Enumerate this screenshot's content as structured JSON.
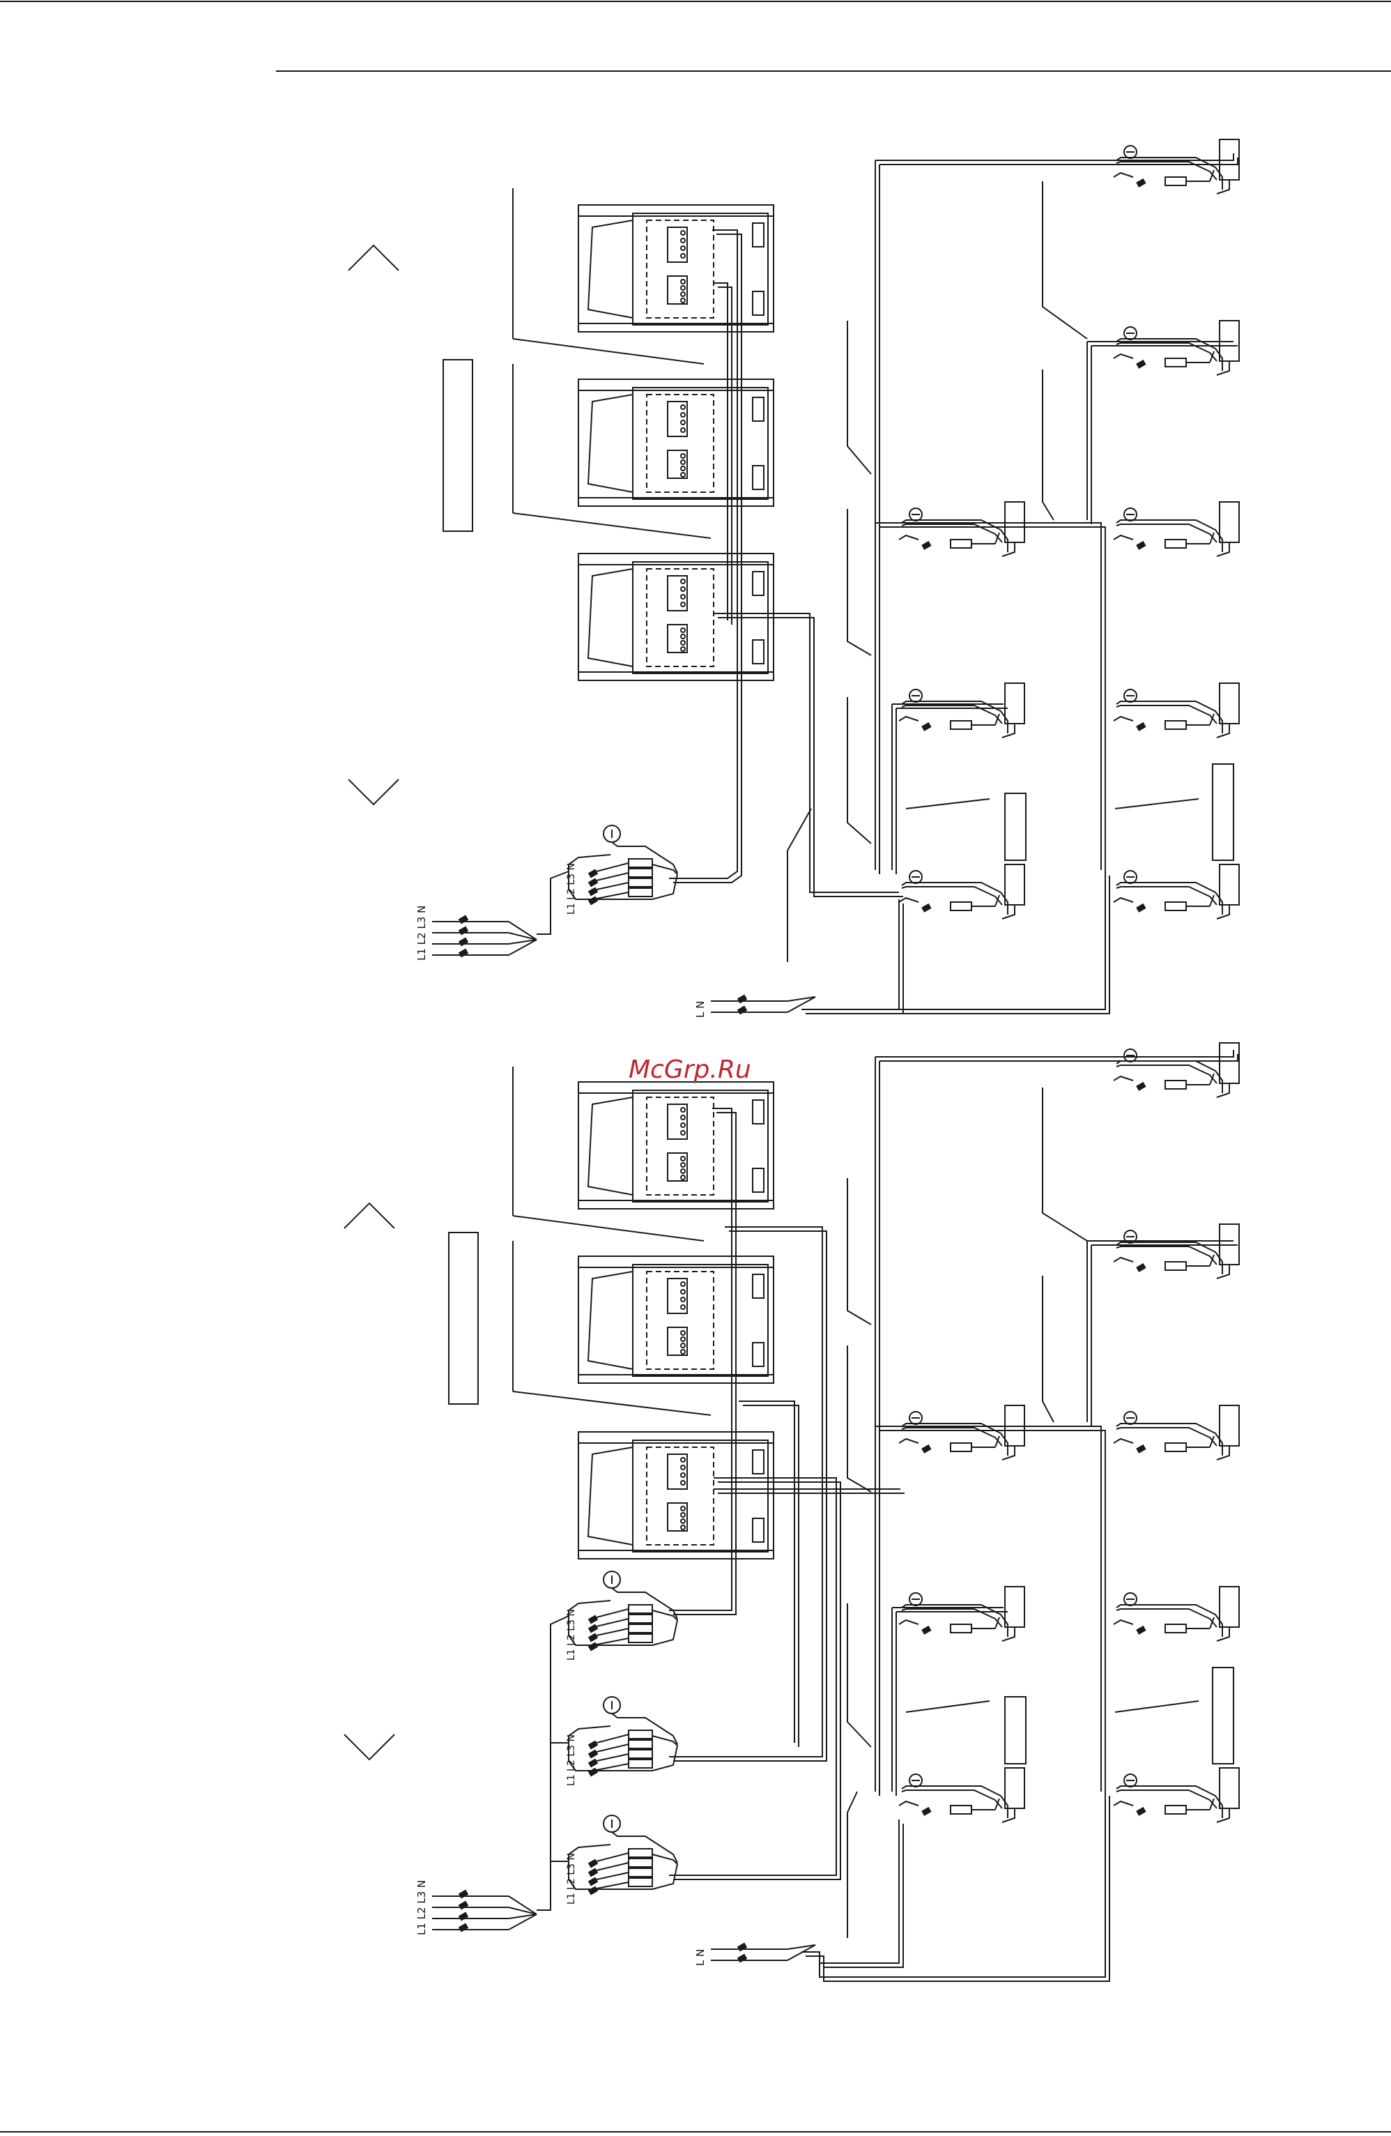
{
  "watermark": {
    "text": "McGrp.Ru",
    "color": "#c0262c"
  },
  "colors": {
    "line": "#1a1a1a",
    "paper": "#ffffff"
  },
  "power_supply_3phase": {
    "terminals": [
      "L1",
      "L2",
      "L3",
      "N"
    ]
  },
  "power_supply_single": {
    "terminals": [
      "L",
      "N"
    ]
  },
  "outdoor_unit_terminals": {
    "labels": [
      "L1",
      "L2",
      "L3",
      "N"
    ]
  },
  "icons": [
    "arrow-up-icon",
    "arrow-down-icon",
    "ground-icon",
    "breaker-icon",
    "fuse-icon"
  ]
}
